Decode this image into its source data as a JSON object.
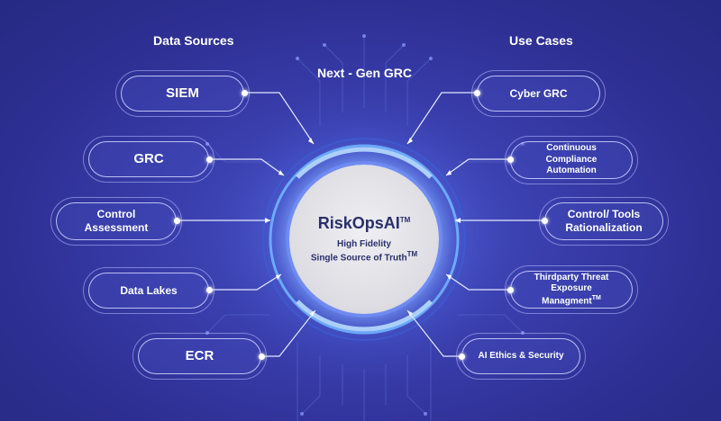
{
  "headings": {
    "left": "Data Sources",
    "right": "Use Cases",
    "top": "Next - Gen GRC"
  },
  "core": {
    "title": "RiskOpsAI",
    "title_mark": "TM",
    "subtitle_line1": "High Fidelity",
    "subtitle_line2": "Single Source of Truth",
    "subtitle_mark": "TM"
  },
  "data_sources": [
    {
      "label": "SIEM"
    },
    {
      "label": "GRC"
    },
    {
      "label": "Control Assessment"
    },
    {
      "label": "Data Lakes"
    },
    {
      "label": "ECR"
    }
  ],
  "use_cases": [
    {
      "label": "Cyber GRC"
    },
    {
      "label": "Continuous Compliance Automation"
    },
    {
      "label": "Control/ Tools Rationalization"
    },
    {
      "label": "Thirdparty Threat Exposure Managment",
      "mark": "TM"
    },
    {
      "label": "AI Ethics & Security"
    }
  ],
  "colors": {
    "background": "#2e2f93",
    "ring": "#6fb4ff",
    "core": "#dcdce2",
    "core_text": "#2a2f6a",
    "text": "#ffffff"
  }
}
